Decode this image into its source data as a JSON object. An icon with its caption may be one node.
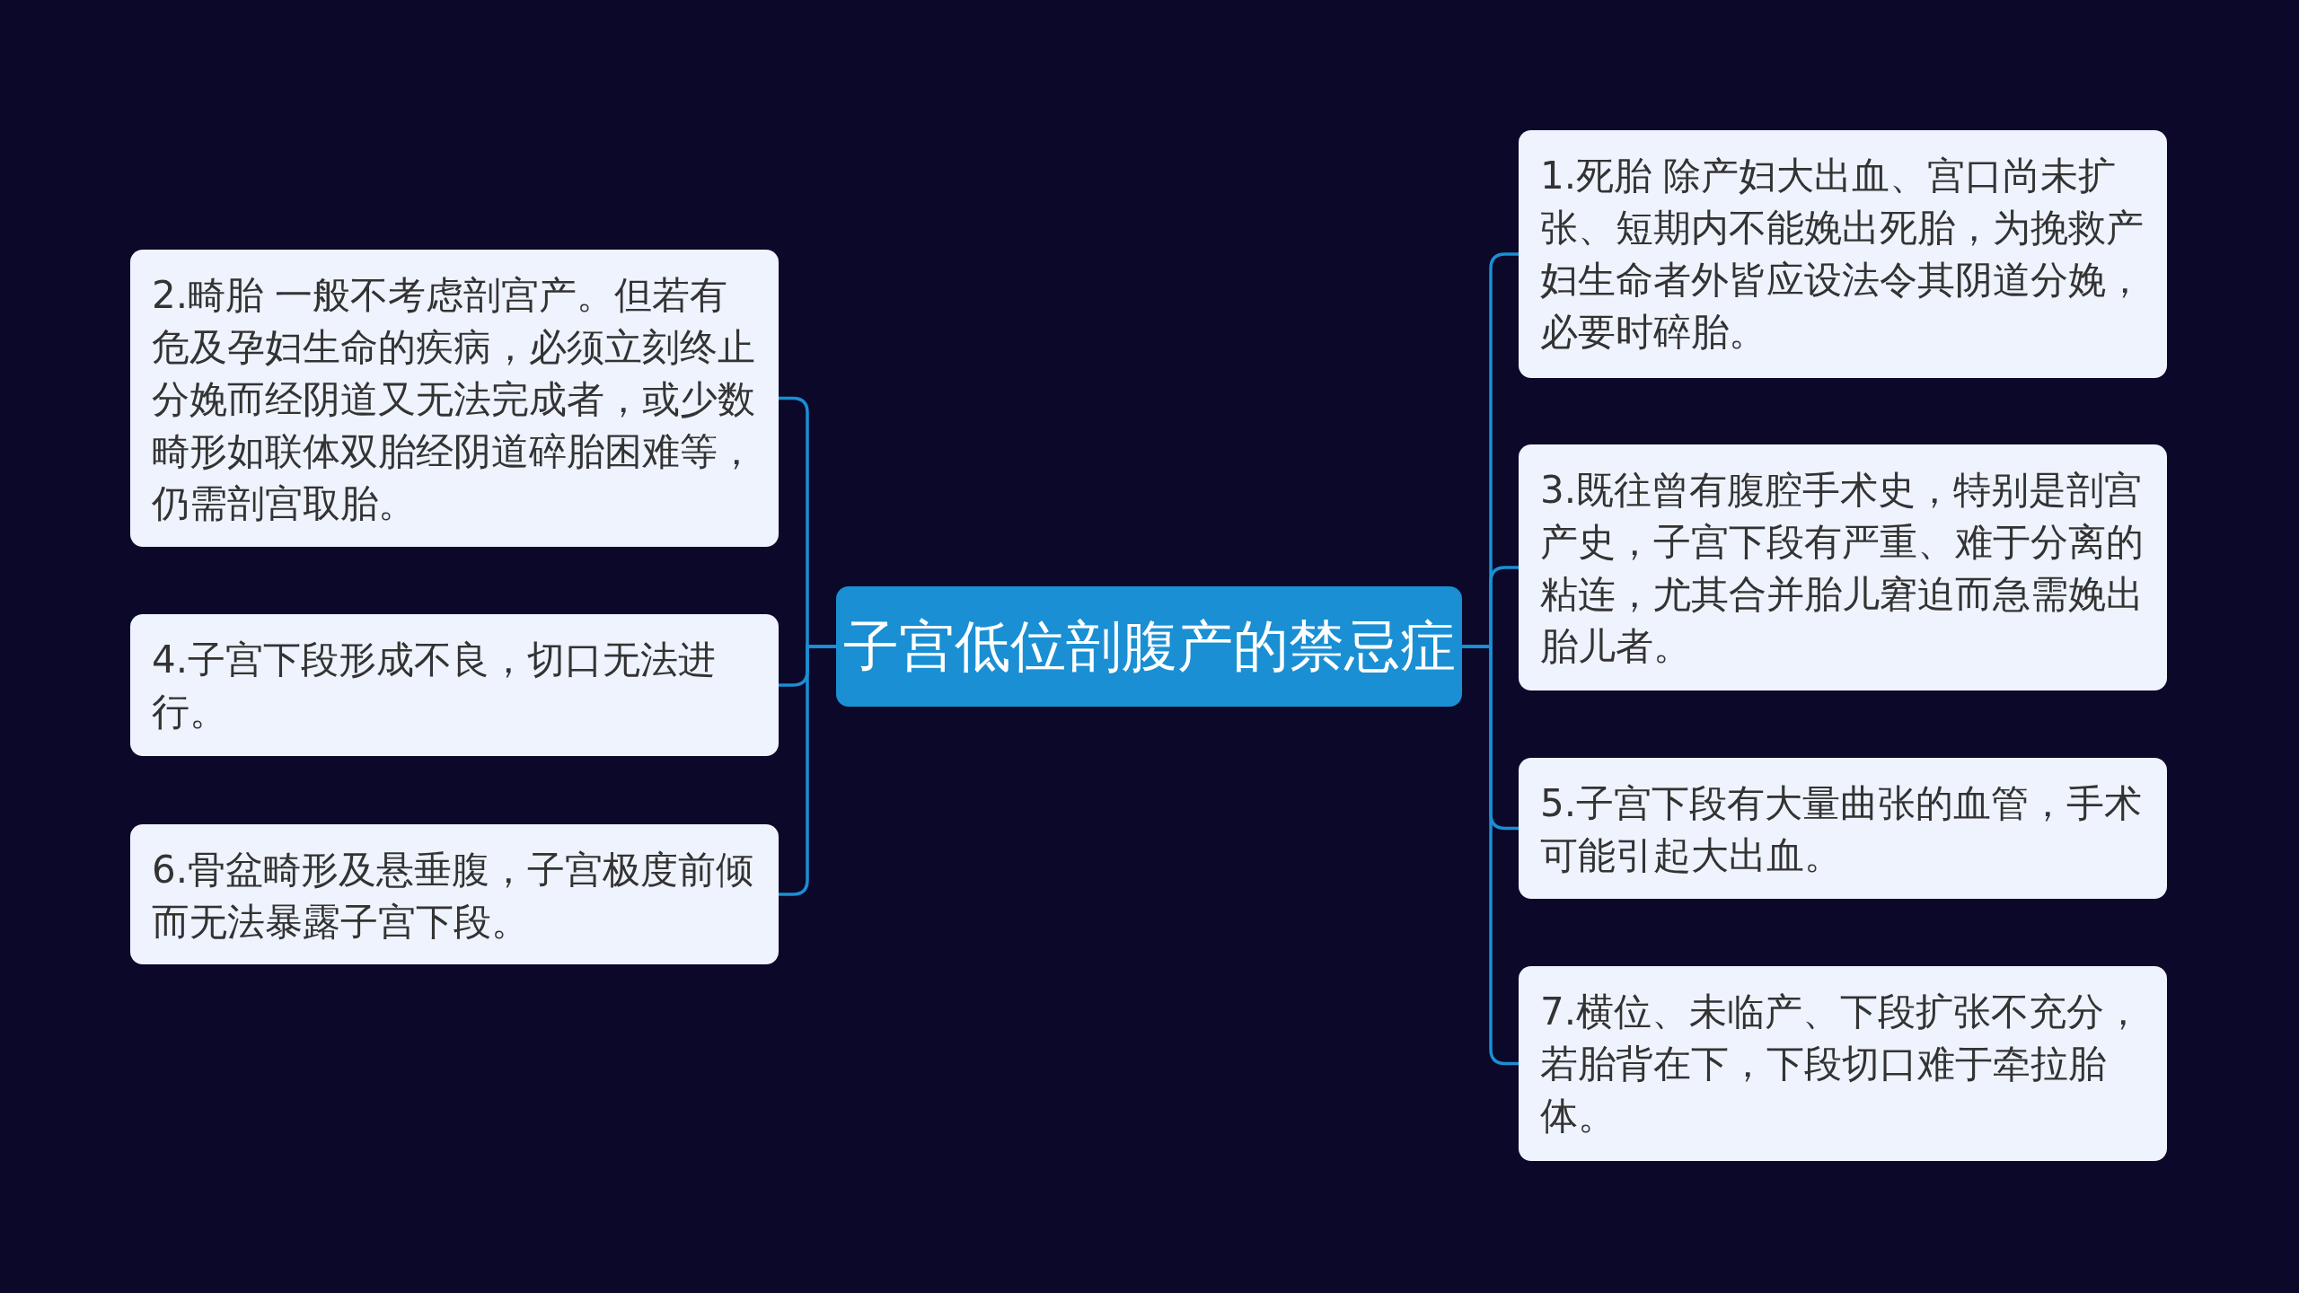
{
  "diagram": {
    "nodes": [
      {
        "text": [
          "子宫低位剖腹产的禁忌症"
        ]
      },
      {
        "text": [
          "1.死胎 除产妇大出血、宫口尚未扩张、短期内不能娩出死胎，为挽救产妇生命者外皆应设法令其阴道分娩，必要时碎胎。"
        ]
      },
      {
        "text": [
          "2.畸胎 一般不考虑剖宫产。但若有危及孕妇生命的疾病，必须立刻终止分娩而经阴道又无法完成者，或少数畸形如联体双胎经阴道碎胎困难等，仍需剖宫取胎。"
        ]
      },
      {
        "text": [
          "3.既往曾有腹腔手术史，特别是剖宫产史，子宫下段有严重、难于分离的粘连，尤其合并胎儿窘迫而急需娩出胎儿者。"
        ]
      },
      {
        "text": [
          "4.子宫下段形成不良，切口无法进行。"
        ]
      },
      {
        "text": [
          "5.子宫下段有大量曲张的血管，手术可能引起大出血。"
        ]
      },
      {
        "text": [
          "6.骨盆畸形及悬垂腹，子宫极度前倾而无法暴露子宫下段。"
        ]
      },
      {
        "text": [
          "7.横位、未临产、下段扩张不充分，若胎背在下，下段切口难于牵拉胎体。"
        ]
      }
    ],
    "edges": [
      {
        "from": 0,
        "to": 1,
        "arrow": "none"
      },
      {
        "from": 0,
        "to": 2,
        "arrow": "none"
      },
      {
        "from": 0,
        "to": 3,
        "arrow": "none"
      },
      {
        "from": 0,
        "to": 4,
        "arrow": "none"
      },
      {
        "from": 0,
        "to": 5,
        "arrow": "none"
      },
      {
        "from": 0,
        "to": 6,
        "arrow": "none"
      },
      {
        "from": 0,
        "to": 7,
        "arrow": "none"
      }
    ]
  }
}
